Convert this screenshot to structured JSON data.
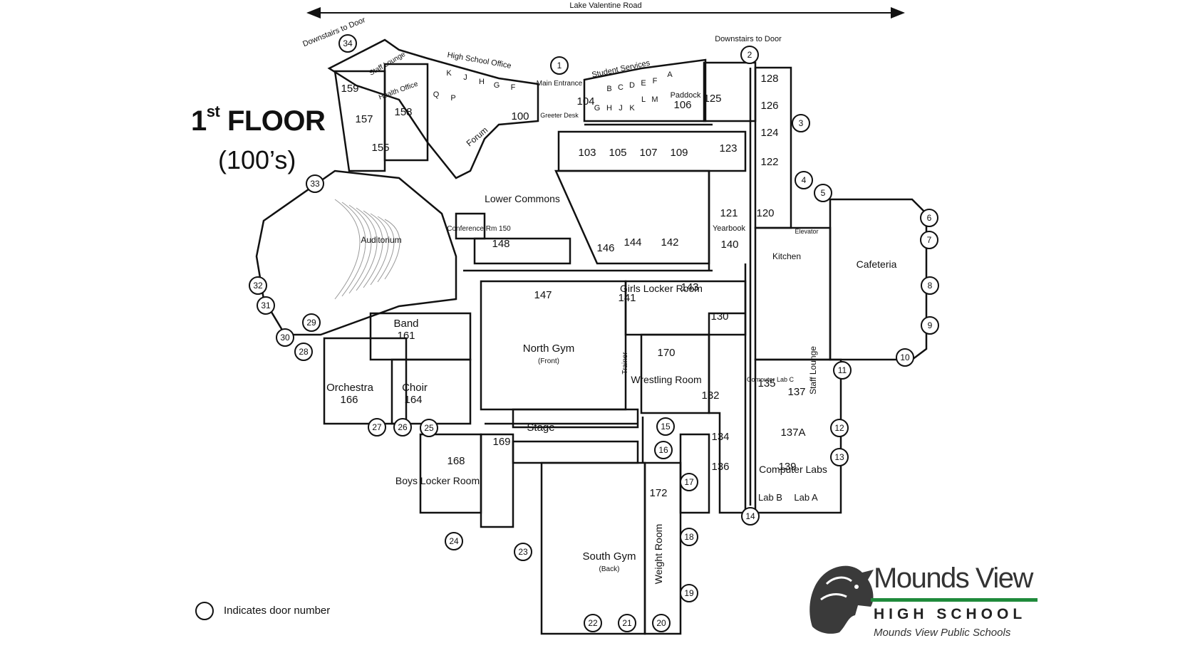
{
  "title": {
    "floor_prefix": "1",
    "floor_sup": "st",
    "floor_word": "FLOOR",
    "subtitle": "(100’s)"
  },
  "road_label": "Lake Valentine Road",
  "legend": {
    "text": "Indicates door number"
  },
  "logo": {
    "name": "Mounds View",
    "school": "HIGH SCHOOL",
    "district": "Mounds View Public Schools",
    "accent": "#1f8a3b"
  },
  "areas": [
    {
      "id": "downstairs-left",
      "label": "Downstairs to Door"
    },
    {
      "id": "downstairs-right",
      "label": "Downstairs to Door"
    },
    {
      "id": "staff-lounge-n",
      "label": "Staff Lounge"
    },
    {
      "id": "hs-office",
      "label": "High School Office"
    },
    {
      "id": "main-entrance",
      "label": "Main Entrance"
    },
    {
      "id": "student-services",
      "label": "Student Services"
    },
    {
      "id": "paddock",
      "label": "Paddock"
    },
    {
      "id": "health-office",
      "label": "Health Office"
    },
    {
      "id": "forum",
      "label": "Forum"
    },
    {
      "id": "greeter-desk",
      "label": "Greeter Desk"
    },
    {
      "id": "lower-commons",
      "label": "Lower Commons"
    },
    {
      "id": "auditorium",
      "label": "Auditorium"
    },
    {
      "id": "conference-150",
      "label": "Conference Rm 150"
    },
    {
      "id": "yearbook",
      "label": "Yearbook"
    },
    {
      "id": "kitchen",
      "label": "Kitchen"
    },
    {
      "id": "cafeteria",
      "label": "Cafeteria"
    },
    {
      "id": "elevator",
      "label": "Elevator"
    },
    {
      "id": "girls-locker",
      "label": "Girls Locker Room"
    },
    {
      "id": "north-gym",
      "label": "North Gym"
    },
    {
      "id": "north-gym-sub",
      "label": "(Front)"
    },
    {
      "id": "band",
      "label": "Band"
    },
    {
      "id": "orchestra",
      "label": "Orchestra"
    },
    {
      "id": "choir",
      "label": "Choir"
    },
    {
      "id": "wrestling",
      "label": "Wrestling Room"
    },
    {
      "id": "trainer",
      "label": "Trainer"
    },
    {
      "id": "stage",
      "label": "Stage"
    },
    {
      "id": "boys-locker",
      "label": "Boys Locker Room"
    },
    {
      "id": "south-gym",
      "label": "South Gym"
    },
    {
      "id": "south-gym-sub",
      "label": "(Back)"
    },
    {
      "id": "weight-room",
      "label": "Weight Room"
    },
    {
      "id": "computer-labs",
      "label": "Computer Labs"
    },
    {
      "id": "computer-lab-c",
      "label": "Computer Lab C"
    },
    {
      "id": "lab-b",
      "label": "Lab B"
    },
    {
      "id": "lab-a",
      "label": "Lab A"
    },
    {
      "id": "staff-lounge-e",
      "label": "Staff Lounge"
    }
  ],
  "rooms": [
    "100",
    "103",
    "105",
    "107",
    "109",
    "123",
    "125",
    "128",
    "126",
    "124",
    "122",
    "121",
    "120",
    "106",
    "104",
    "159",
    "157",
    "155",
    "158",
    "148",
    "146",
    "144",
    "142",
    "140",
    "147",
    "141",
    "143",
    "130",
    "170",
    "132",
    "134",
    "136",
    "135",
    "137",
    "137A",
    "139",
    "161",
    "166",
    "164",
    "169",
    "168",
    "172"
  ],
  "office_letters": [
    "K",
    "J",
    "H",
    "G",
    "F",
    "P",
    "Q",
    "B",
    "C",
    "D",
    "E",
    "F",
    "A",
    "G",
    "H",
    "J",
    "K",
    "L",
    "M"
  ],
  "doors": [
    "1",
    "2",
    "3",
    "4",
    "5",
    "6",
    "7",
    "8",
    "9",
    "10",
    "11",
    "12",
    "13",
    "14",
    "15",
    "16",
    "17",
    "18",
    "19",
    "20",
    "21",
    "22",
    "23",
    "24",
    "25",
    "26",
    "27",
    "28",
    "29",
    "30",
    "31",
    "32",
    "33",
    "34"
  ]
}
